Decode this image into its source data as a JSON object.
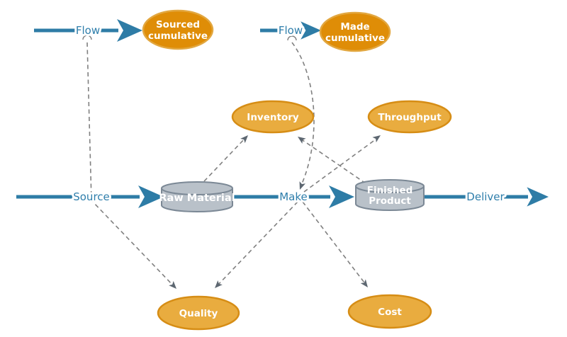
{
  "diagram": {
    "title": "Supply chain flow metrics diagram",
    "colors": {
      "flow_blue": "#2E7CA6",
      "label_blue": "#2E7EAB",
      "ellipse_dark_fill": "#DF8D07",
      "ellipse_dark_stroke": "#E2A740",
      "ellipse_light_fill": "#E9AC3F",
      "ellipse_light_stroke": "#D68D15",
      "cylinder_fill": "#B9C1C9",
      "cylinder_stroke": "#7B8895",
      "connector_gray": "#808080",
      "connector_arrow_gray": "#5D6771",
      "node_text": "#FFFFFF"
    },
    "labels": {
      "flow_left": "Flow",
      "flow_right": "Flow",
      "source": "Source",
      "make": "Make",
      "deliver": "Deliver"
    },
    "nodes": {
      "sourced_cumulative": {
        "lines": [
          "Sourced",
          "cumulative"
        ]
      },
      "made_cumulative": {
        "lines": [
          "Made",
          "cumulative"
        ]
      },
      "inventory": {
        "label": "Inventory"
      },
      "throughput": {
        "label": "Throughput"
      },
      "quality": {
        "label": "Quality"
      },
      "cost": {
        "label": "Cost"
      },
      "raw_material": {
        "label": "Raw Material"
      },
      "finished_product": {
        "lines": [
          "Finished",
          "Product"
        ]
      }
    },
    "connectors": [
      {
        "from": "Flow (left)",
        "to": "Quality"
      },
      {
        "from": "Flow (right)",
        "to": "Make"
      },
      {
        "from": "Raw Material",
        "to": "Inventory"
      },
      {
        "from": "Finished Product",
        "to": "Inventory"
      },
      {
        "from": "Make",
        "to": "Throughput"
      },
      {
        "from": "Make",
        "to": "Quality"
      },
      {
        "from": "Make",
        "to": "Cost"
      }
    ]
  }
}
